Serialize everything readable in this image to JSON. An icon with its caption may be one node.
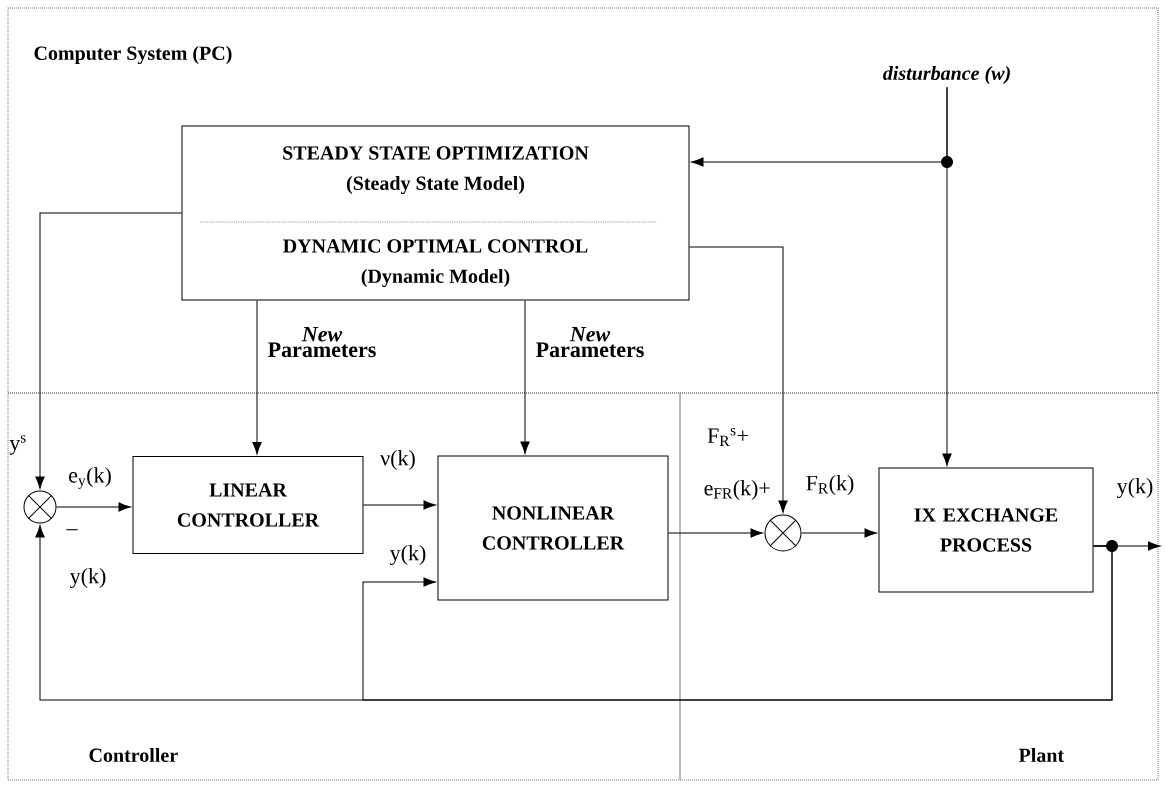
{
  "diagram": {
    "nodes": [
      {
        "text": [
          "Computer System (PC)"
        ]
      },
      {
        "text": [
          "Controller"
        ]
      },
      {
        "text": [
          "Plant"
        ]
      },
      {
        "text": [
          "STEADY STATE OPTIMIZATION",
          "(Steady State Model)",
          "DYNAMIC OPTIMAL CONTROL",
          "(Dynamic Model)"
        ],
        "in": 0
      },
      {
        "text": [],
        "shape": "circle",
        "in": 1
      },
      {
        "text": [
          "LINEAR CONTROLLER"
        ],
        "in": 1
      },
      {
        "text": [
          "NONLINEAR CONTROLLER"
        ],
        "in": 1
      },
      {
        "text": [],
        "shape": "circle",
        "in": 2
      },
      {
        "text": [
          "IX EXCHANGE PROCESS"
        ],
        "in": 2
      },
      {
        "text": [
          "disturbance (w)"
        ],
        "in": 0
      }
    ],
    "edges": [
      {
        "from": 9,
        "to": 3,
        "arrow": "to"
      },
      {
        "from": 9,
        "to": 8,
        "arrow": "to"
      },
      {
        "from": 3,
        "to": 4,
        "arrow": "to",
        "label": "y$^{s}$"
      },
      {
        "from": 3,
        "to": 5,
        "arrow": "to",
        "label": "*New* Parameters"
      },
      {
        "from": 3,
        "to": 6,
        "arrow": "to",
        "label": "*New* Parameters"
      },
      {
        "from": 3,
        "to": 7,
        "arrow": "to",
        "label": "F$_{R}$$^{s}$+"
      },
      {
        "from": 4,
        "to": 5,
        "arrow": "to",
        "label": "e$_{y}$(k)"
      },
      {
        "from": 5,
        "to": 6,
        "arrow": "to",
        "label": "ν(k)"
      },
      {
        "from": 6,
        "to": 7,
        "arrow": "to",
        "label": "e$_{FR}$(k)+"
      },
      {
        "from": 7,
        "to": 8,
        "arrow": "to",
        "label": "F$_{R}$(k)"
      },
      {
        "from": 8,
        "to": null,
        "arrow": "to",
        "label": "y(k)"
      },
      {
        "from": 8,
        "to": 4,
        "arrow": "to",
        "label": "y(k)"
      },
      {
        "from": 8,
        "to": 6,
        "arrow": "to",
        "label": "y(k)"
      }
    ],
    "labels": [
      "–"
    ]
  }
}
